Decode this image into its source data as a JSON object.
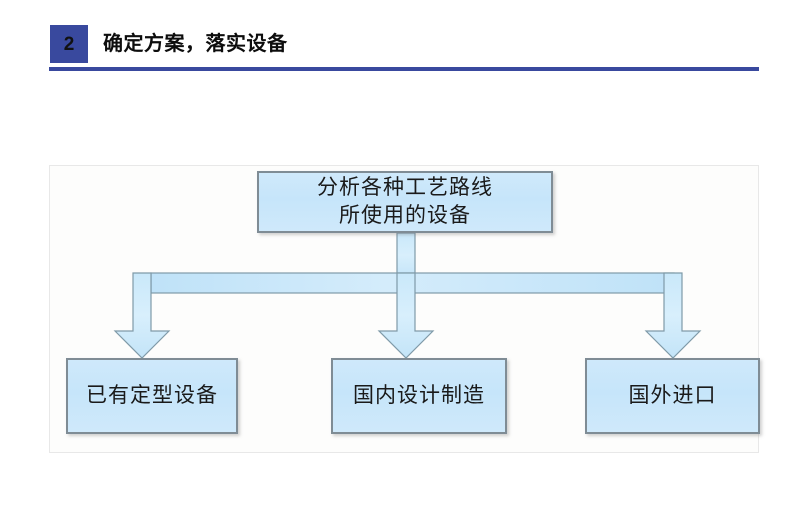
{
  "header": {
    "badge_number": "2",
    "title": "确定方案，落实设备",
    "badge_color": "#39499e",
    "rule_color": "#39499e"
  },
  "diagram": {
    "type": "tree-flowchart",
    "orientation": "top-down",
    "node_fill": "#cbe7fa",
    "node_border": "#7f8c95",
    "connector_fill": "#cbe7fa",
    "connector_border": "#7f9aa8",
    "root": {
      "id": "root",
      "label": "分析各种工艺路线\n所使用的设备"
    },
    "leaves": [
      {
        "id": "leaf-0",
        "label": "已有定型设备"
      },
      {
        "id": "leaf-1",
        "label": "国内设计制造"
      },
      {
        "id": "leaf-2",
        "label": "国外进口"
      }
    ]
  }
}
